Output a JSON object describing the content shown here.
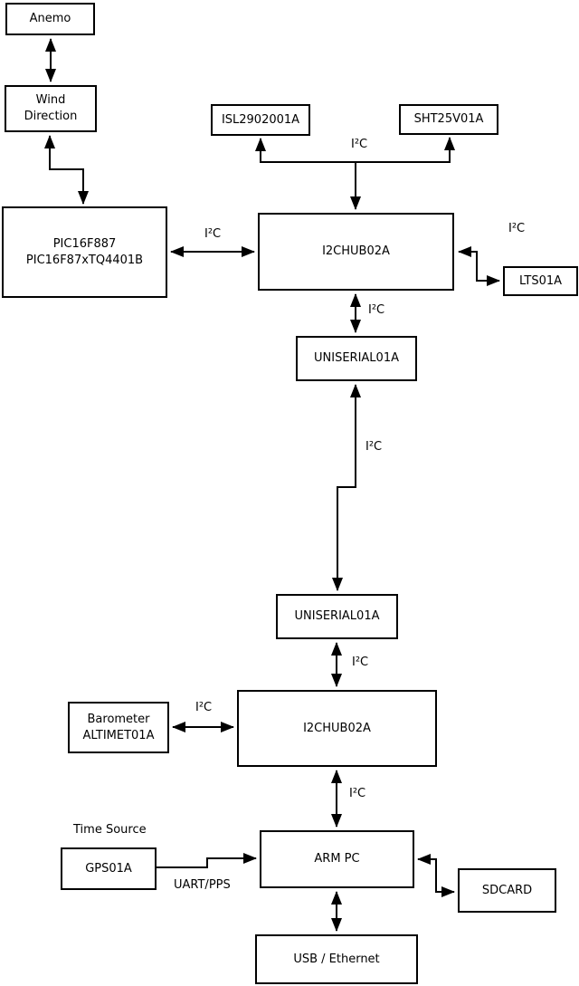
{
  "diagram": {
    "type": "block-diagram",
    "background_color": "#ffffff",
    "line_color": "#000000",
    "box_fill": "#ffffff",
    "box_border_color": "#000000",
    "blocks": [
      {
        "id": "anemo",
        "label": "Anemo"
      },
      {
        "id": "wind-direction",
        "label": "Wind\nDirection"
      },
      {
        "id": "pic",
        "label": "PIC16F887\nPIC16F87xTQ4401B"
      },
      {
        "id": "isl2902001a",
        "label": "ISL2902001A"
      },
      {
        "id": "sht25v01a",
        "label": "SHT25V01A"
      },
      {
        "id": "i2chub-1",
        "label": "I2CHUB02A"
      },
      {
        "id": "lts01a",
        "label": "LTS01A"
      },
      {
        "id": "uniserial-1",
        "label": "UNISERIAL01A"
      },
      {
        "id": "uniserial-2",
        "label": "UNISERIAL01A"
      },
      {
        "id": "i2chub-2",
        "label": "I2CHUB02A"
      },
      {
        "id": "barometer",
        "label": "Barometer\nALTIMET01A"
      },
      {
        "id": "gps01a",
        "label": "GPS01A"
      },
      {
        "id": "arm-pc",
        "label": "ARM PC"
      },
      {
        "id": "sdcard",
        "label": "SDCARD"
      },
      {
        "id": "usb-ethernet",
        "label": "USB / Ethernet"
      }
    ],
    "edge_labels": [
      {
        "id": "i2c-pic-hub1",
        "text": "I²C"
      },
      {
        "id": "i2c-hub1-sensors",
        "text": "I²C"
      },
      {
        "id": "i2c-hub1-lts",
        "text": "I²C"
      },
      {
        "id": "i2c-hub1-uni1",
        "text": "I²C"
      },
      {
        "id": "i2c-uni1-uni2",
        "text": "I²C"
      },
      {
        "id": "i2c-uni2-hub2",
        "text": "I²C"
      },
      {
        "id": "i2c-baro-hub2",
        "text": "I²C"
      },
      {
        "id": "i2c-hub2-armpc",
        "text": "I²C"
      },
      {
        "id": "uart-pps",
        "text": "UART/PPS"
      },
      {
        "id": "time-source",
        "text": "Time Source"
      }
    ]
  }
}
